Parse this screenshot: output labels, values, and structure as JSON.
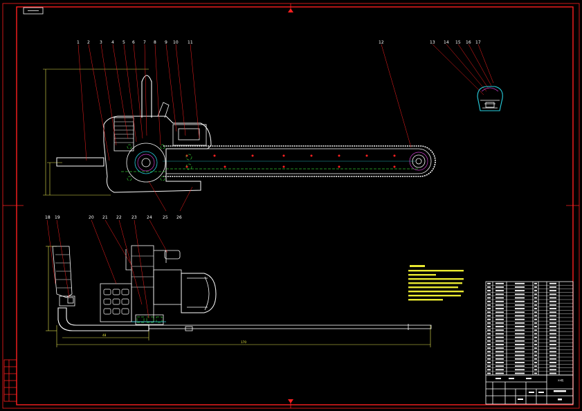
{
  "drawing": {
    "balloons_top": [
      "1",
      "2",
      "3",
      "4",
      "5",
      "6",
      "7",
      "8",
      "9",
      "10",
      "11",
      "12",
      "13",
      "14",
      "15",
      "16",
      "17"
    ],
    "balloons_bottom_front": [
      "25",
      "26"
    ],
    "balloons_side": [
      "18",
      "19",
      "20",
      "21",
      "22",
      "23",
      "24"
    ],
    "dimension_overall_length": "170",
    "dimension_partial_length": "48",
    "title_block_right_label": "XX机",
    "colors": {
      "frame": "#ff2020",
      "geometry": "#ffffff",
      "dimension": "#e8e850",
      "hidden": "#30c030",
      "cyan": "#28d0e0",
      "magenta": "#d040d0",
      "background": "#000000"
    }
  }
}
